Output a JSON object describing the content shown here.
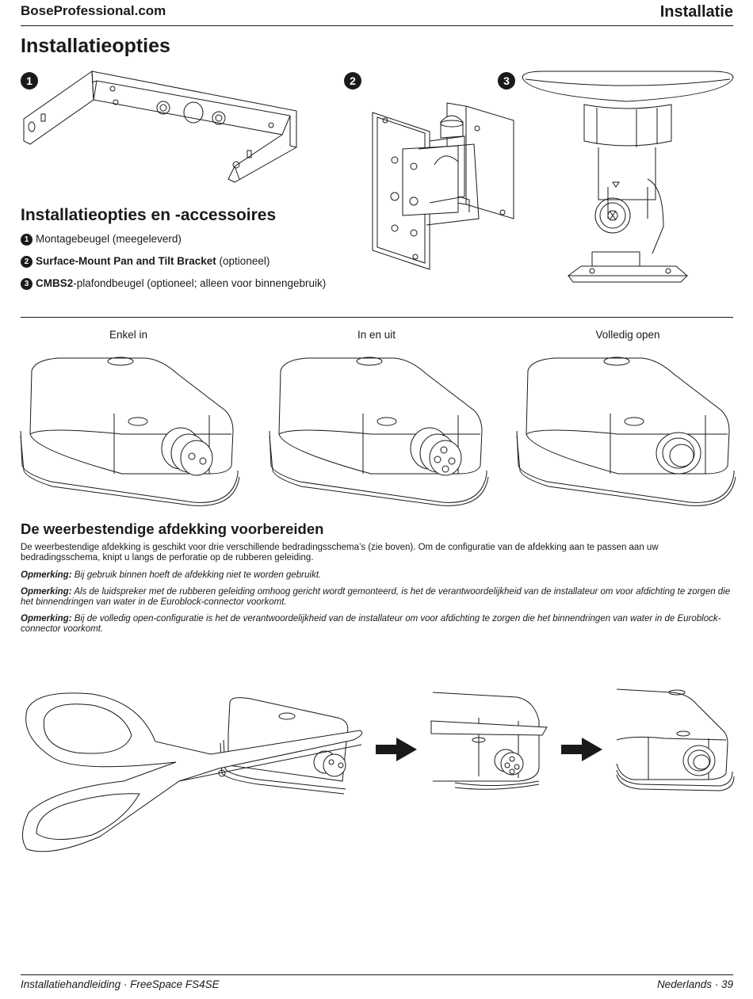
{
  "header": {
    "site": "BoseProfessional.com",
    "section": "Installatie"
  },
  "title": "Installatieopties",
  "badges": [
    "1",
    "2",
    "3"
  ],
  "options": {
    "heading": "Installatieopties en -accessoires",
    "item1": {
      "num": "1",
      "text": "Montagebeugel (meegeleverd)"
    },
    "item2": {
      "num": "2",
      "bold": "Surface-Mount Pan and Tilt Bracket",
      "rest": " (optioneel)"
    },
    "item3": {
      "num": "3",
      "bold": "CMBS2",
      "rest": "-plafondbeugel (optioneel; alleen voor binnengebruik)"
    }
  },
  "configs": {
    "c1": "Enkel in",
    "c2": "In en uit",
    "c3": "Volledig open"
  },
  "cover": {
    "heading": "De weerbestendige afdekking voorbereiden",
    "intro": "De weerbestendige afdekking is geschikt voor drie verschillende bedradingsschema’s (zie boven). Om de configuratie van de afdekking aan te passen aan uw bedradingsschema, knipt u langs de perforatie op de rubberen geleiding.",
    "note_label": "Opmerking:",
    "note1": " Bij gebruik binnen hoeft de afdekking niet te worden gebruikt.",
    "note2": " Als de luidspreker met de rubberen geleiding omhoog gericht wordt gemonteerd, is het de verantwoordelijkheid van de installateur om voor afdichting te zorgen die het binnendringen van water in de Euroblock-connector voorkomt.",
    "note3": " Bij de volledig open-configuratie is het de verantwoordelijkheid van de installateur om voor afdichting te zorgen die het binnendringen van water in de Euroblock-connector voorkomt."
  },
  "footer": {
    "left": "Installatiehandleiding · FreeSpace FS4SE",
    "right": "Nederlands · 39"
  }
}
